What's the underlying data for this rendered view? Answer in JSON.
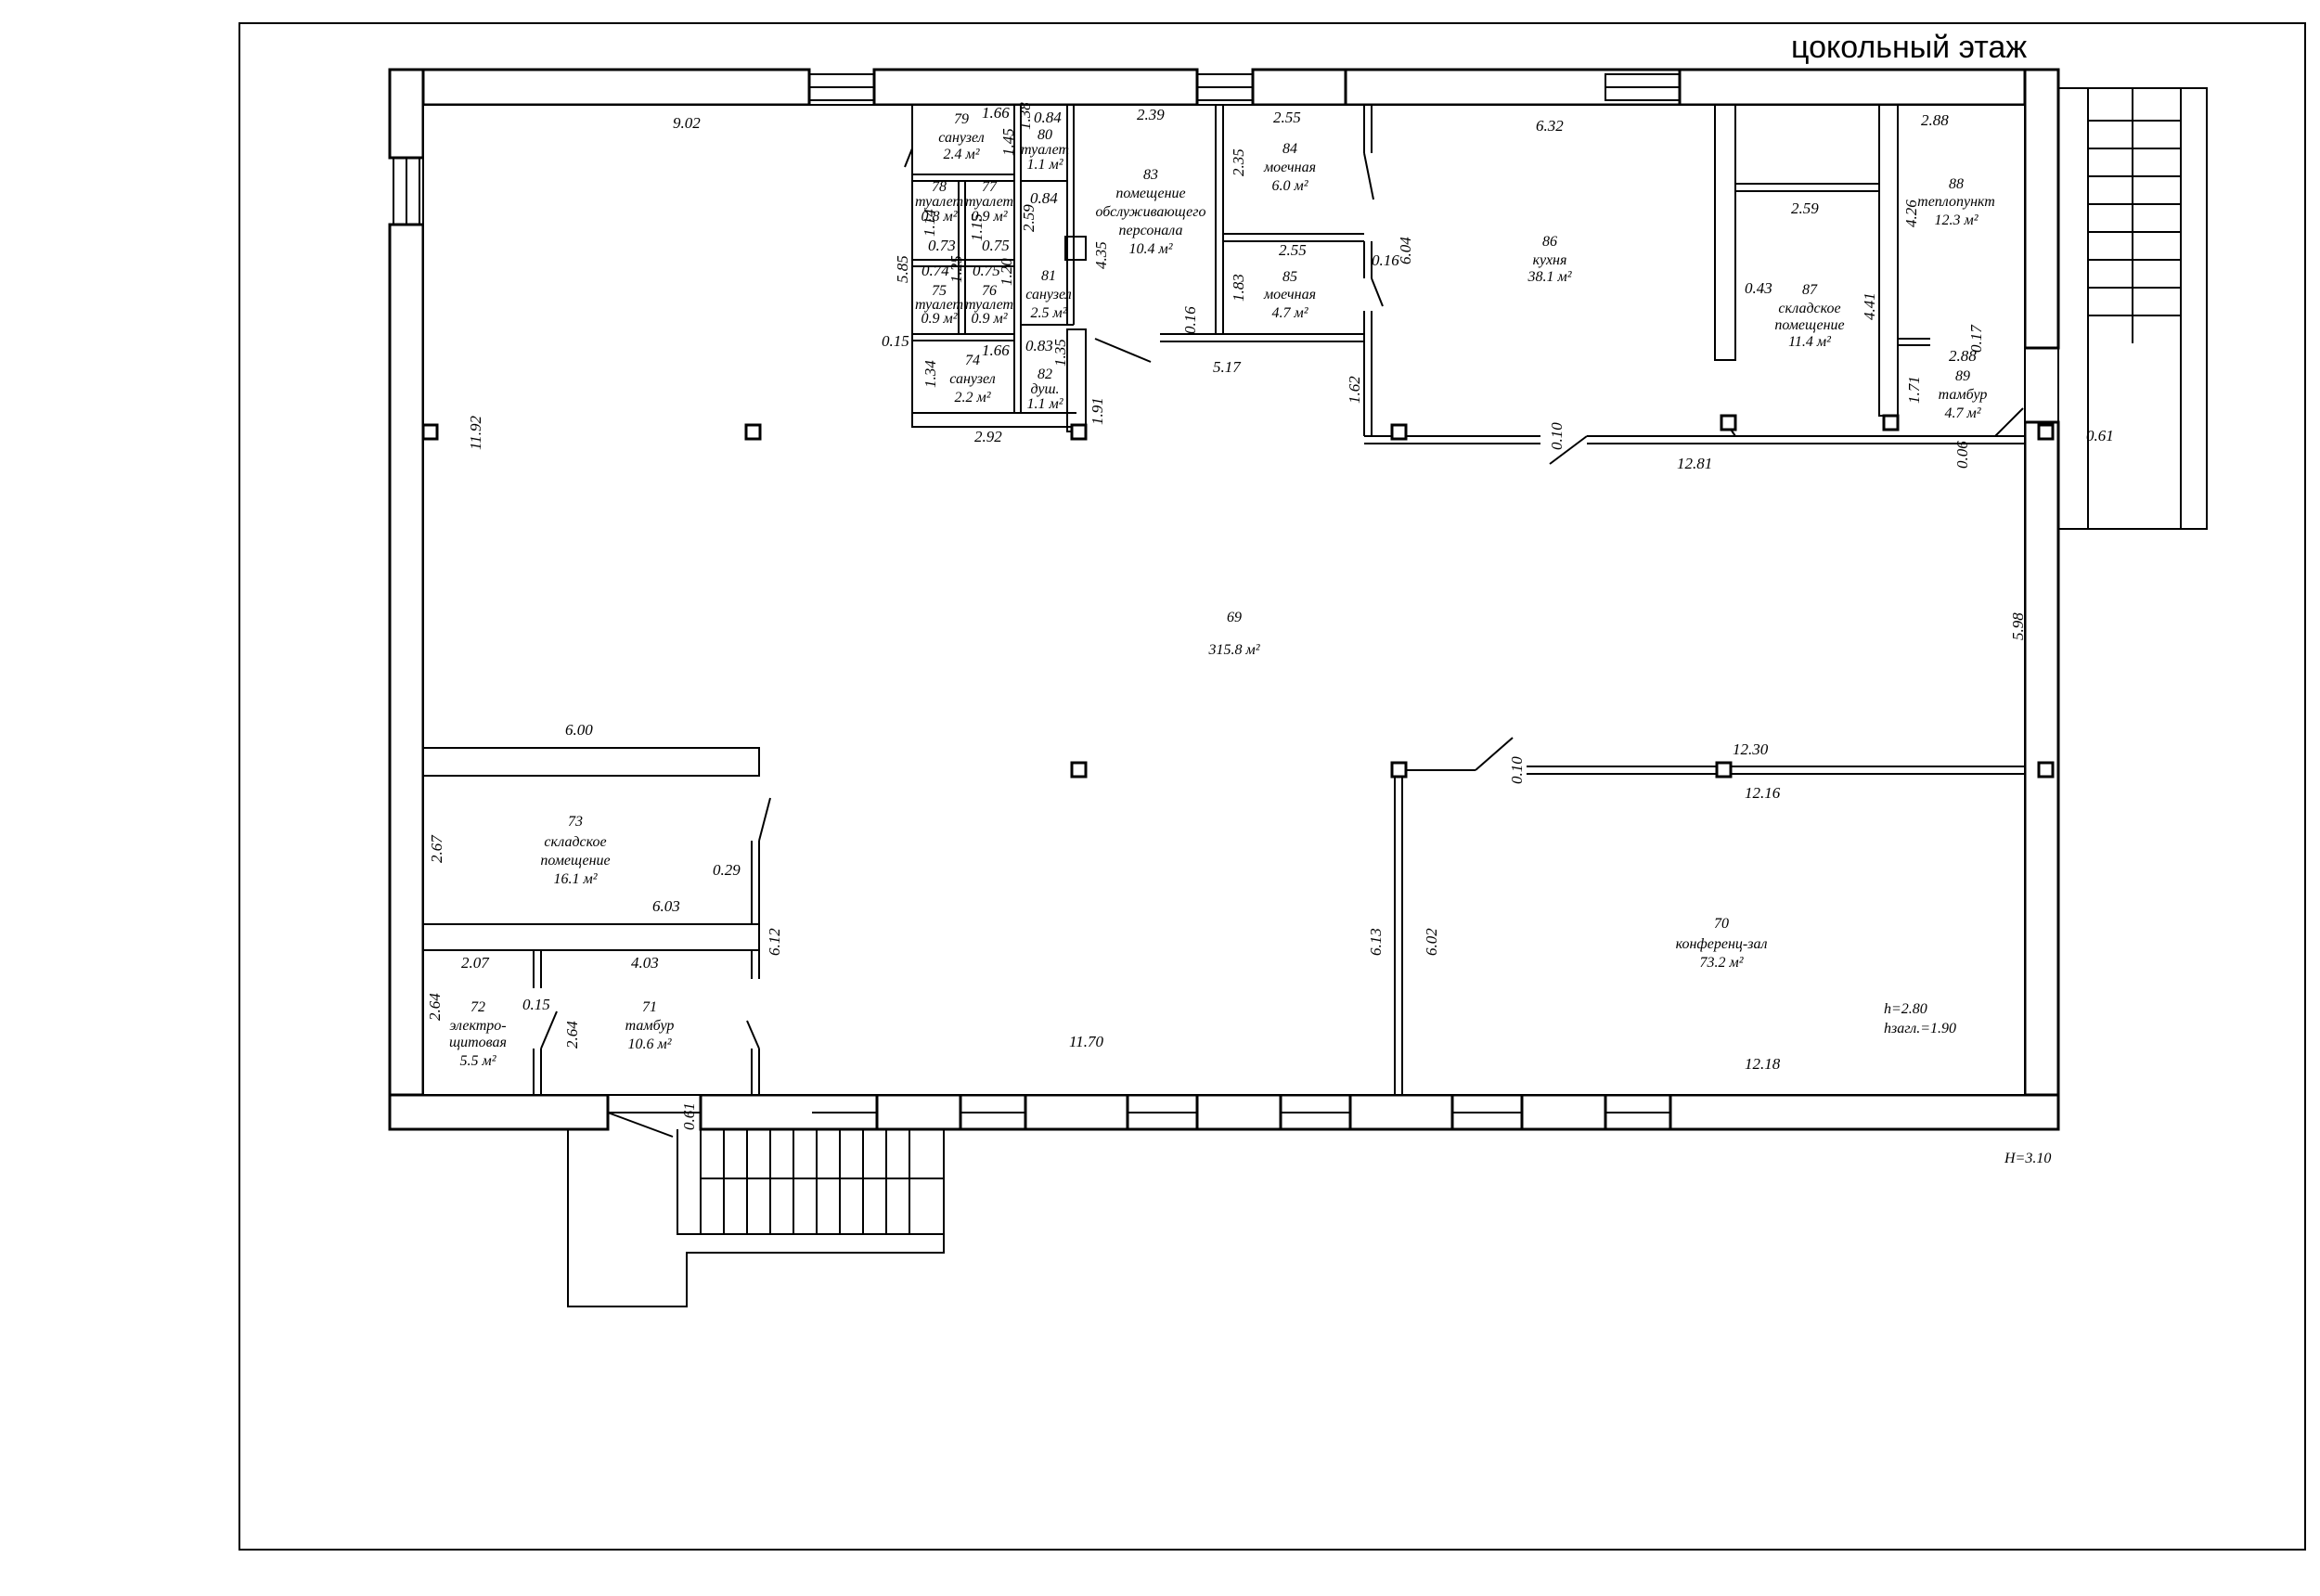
{
  "title": "цокольный этаж",
  "height_note": "Н=3.10",
  "conf_height": "h=2.80",
  "conf_height2": "hзагл.=1.90",
  "rooms": [
    {
      "id": "r69",
      "num": "69",
      "area": "315.8 м²"
    },
    {
      "id": "r70",
      "num": "70",
      "name": "конференц-зал",
      "area": "73.2 м²"
    },
    {
      "id": "r71",
      "num": "71",
      "name": "тамбур",
      "area": "10.6 м²"
    },
    {
      "id": "r72",
      "num": "72",
      "name": "электро-",
      "name2": "щитовая",
      "area": "5.5 м²"
    },
    {
      "id": "r73",
      "num": "73",
      "name": "складское",
      "name2": "помещение",
      "area": "16.1 м²"
    },
    {
      "id": "r74",
      "num": "74",
      "name": "санузел",
      "area": "2.2 м²"
    },
    {
      "id": "r75",
      "num": "75",
      "name": "туалет",
      "area": "0.9 м²"
    },
    {
      "id": "r76",
      "num": "76",
      "name": "туалет",
      "area": "0.9 м²"
    },
    {
      "id": "r77",
      "num": "77",
      "name": "туалет",
      "area": "0.9 м²"
    },
    {
      "id": "r78",
      "num": "78",
      "name": "туалет",
      "area": "0.8 м²"
    },
    {
      "id": "r79",
      "num": "79",
      "name": "санузел",
      "area": "2.4 м²"
    },
    {
      "id": "r80",
      "num": "80",
      "name": "туалет",
      "area": "1.1 м²"
    },
    {
      "id": "r81",
      "num": "81",
      "name": "санузел",
      "area": "2.5 м²"
    },
    {
      "id": "r82",
      "num": "82",
      "name": "душ.",
      "area": "1.1 м²"
    },
    {
      "id": "r83",
      "num": "83",
      "name": "помещение",
      "name2": "обслуживающего",
      "name3": "персонала",
      "area": "10.4 м²"
    },
    {
      "id": "r84",
      "num": "84",
      "name": "моечная",
      "area": "6.0 м²"
    },
    {
      "id": "r85",
      "num": "85",
      "name": "моечная",
      "area": "4.7 м²"
    },
    {
      "id": "r86",
      "num": "86",
      "name": "кухня",
      "area": "38.1 м²"
    },
    {
      "id": "r87",
      "num": "87",
      "name": "складское",
      "name2": "помещение",
      "area": "11.4 м²"
    },
    {
      "id": "r88",
      "num": "88",
      "name": "теплопункт",
      "area": "12.3 м²"
    },
    {
      "id": "r89",
      "num": "89",
      "name": "тамбур",
      "area": "4.7 м²"
    }
  ],
  "dims": {
    "d1": "9.02",
    "d2": "1.66",
    "d3": "0.84",
    "d4": "2.39",
    "d5": "2.55",
    "d6": "6.32",
    "d7": "2.88",
    "d8": "1.38",
    "d9": "1.45",
    "d10": "0.84",
    "d11": "2.35",
    "d12": "2.59",
    "d13": "4.26",
    "d14": "1.14",
    "d15": "1.15",
    "d16": "0.73",
    "d17": "0.75",
    "d18": "2.59",
    "d19": "2.55",
    "d20": "6.04",
    "d21": "0.16",
    "d22": "0.74",
    "d23": "1.25",
    "d24": "0.75",
    "d25": "1.20",
    "d26": "4.35",
    "d27": "5.85",
    "d28": "1.83",
    "d29": "0.43",
    "d30": "4.41",
    "d31": "0.15",
    "d32": "1.66",
    "d33": "0.83",
    "d34": "0.16",
    "d35": "1.34",
    "d36": "1.35",
    "d37": "5.17",
    "d38": "0.17",
    "d39": "2.88",
    "d40": "1.62",
    "d41": "1.71",
    "d42": "1.91",
    "d43": "2.92",
    "d44": "0.10",
    "d45": "12.81",
    "d46": "0.06",
    "d47": "0.61",
    "d48": "11.92",
    "d49": "5.98",
    "d50": "6.00",
    "d51": "12.30",
    "d52": "0.10",
    "d53": "12.16",
    "d54": "2.67",
    "d55": "0.29",
    "d56": "6.03",
    "d57": "6.12",
    "d58": "2.07",
    "d59": "4.03",
    "d60": "6.13",
    "d61": "6.02",
    "d62": "2.64",
    "d63": "0.15",
    "d64": "2.64",
    "d65": "11.70",
    "d66": "12.18",
    "d67": "0.61"
  }
}
